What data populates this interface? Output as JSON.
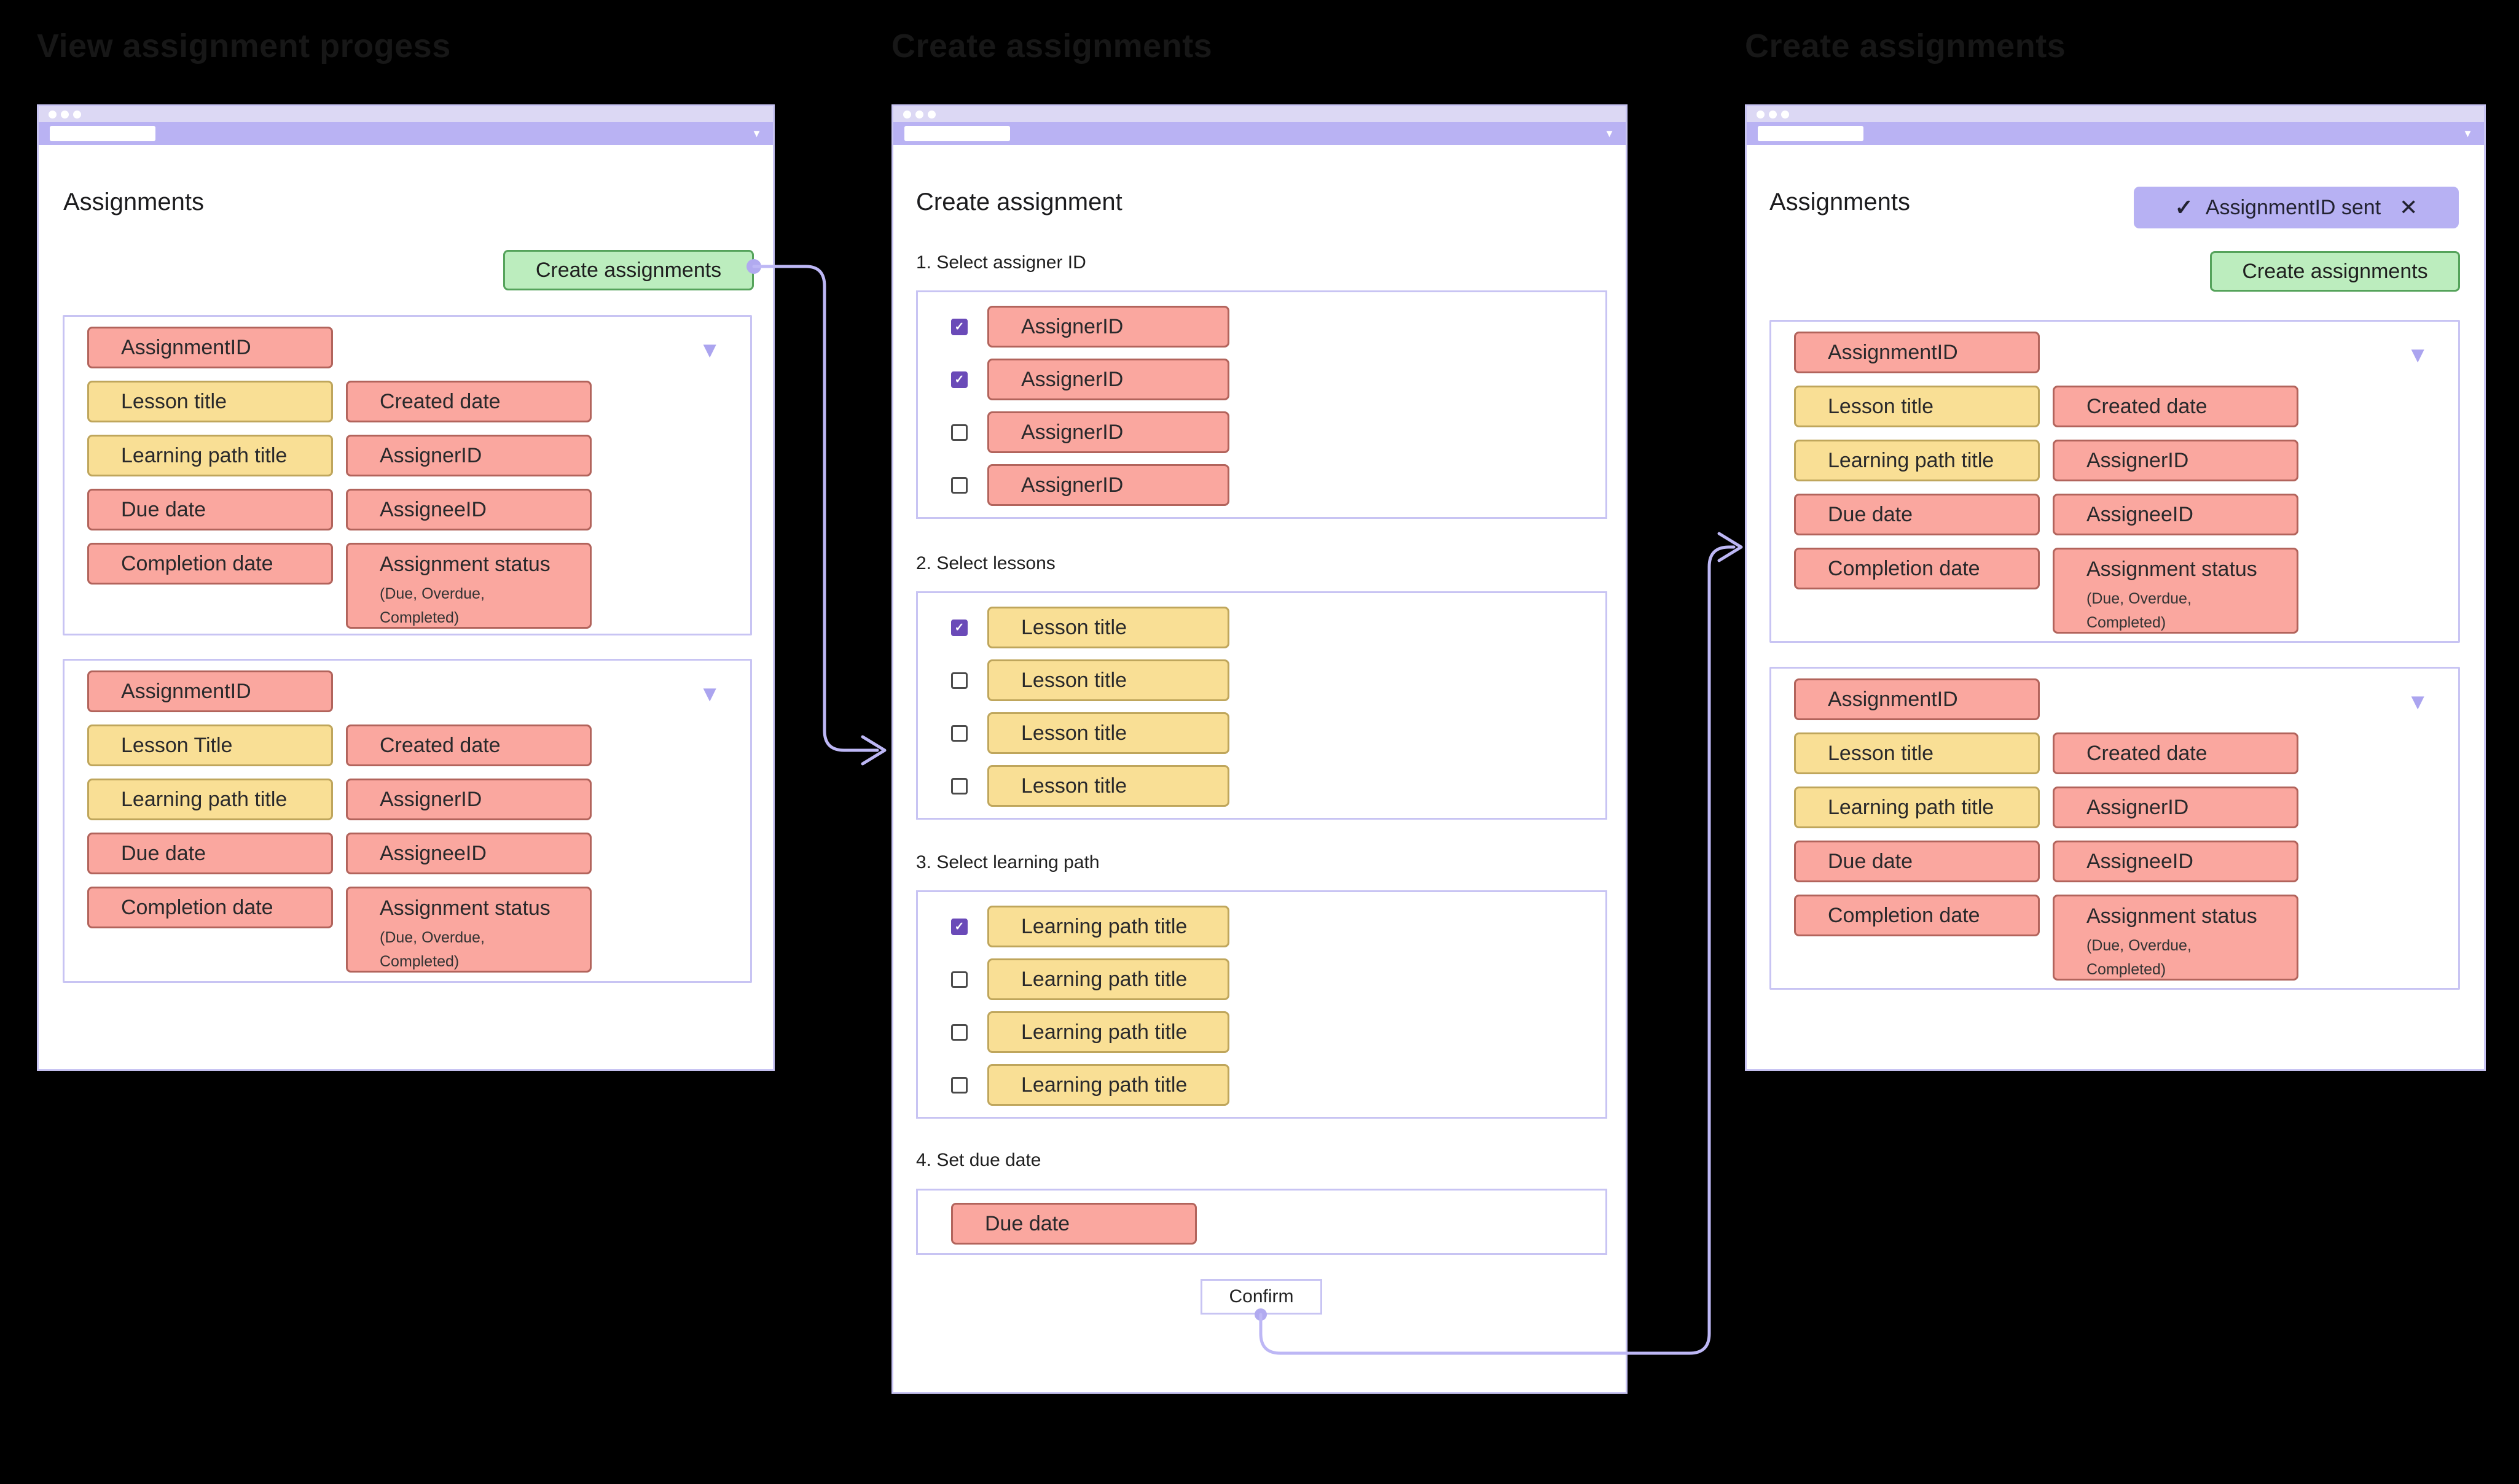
{
  "icons": {
    "check": "✓",
    "close": "✕",
    "caret": "▼",
    "collapse": "▼"
  },
  "panels": {
    "left": {
      "title": "View assignment progess",
      "window": {
        "page_title": "Assignments",
        "create_button_label": "Create assignments",
        "cards": [
          {
            "header_chip": "AssignmentID",
            "rows": [
              {
                "c1": "Lesson title",
                "c2": "Created date"
              },
              {
                "c1": "Learning path title",
                "c2": "AssignerID"
              },
              {
                "c1": "Due date",
                "c2": "AssigneeID"
              },
              {
                "c1": "Completion date",
                "c2": "Assignment status",
                "c2_sub": "(Due, Overdue, Completed)"
              }
            ]
          },
          {
            "header_chip": "AssignmentID",
            "rows": [
              {
                "c1": "Lesson Title",
                "c2": "Created date"
              },
              {
                "c1": "Learning path title",
                "c2": "AssignerID"
              },
              {
                "c1": "Due date",
                "c2": "AssigneeID"
              },
              {
                "c1": "Completion date",
                "c2": "Assignment status",
                "c2_sub": "(Due, Overdue, Completed)"
              }
            ]
          }
        ]
      }
    },
    "middle": {
      "title": "Create assignments",
      "window": {
        "page_title": "Create assignment",
        "steps": [
          {
            "label": "1. Select assigner ID",
            "options": [
              "AssignerID",
              "AssignerID",
              "AssignerID",
              "AssignerID"
            ],
            "checks": [
              true,
              true,
              false,
              false
            ]
          },
          {
            "label": "2. Select lessons",
            "options": [
              "Lesson title",
              "Lesson title",
              "Lesson title",
              "Lesson title"
            ],
            "checks": [
              true,
              false,
              false,
              false
            ]
          },
          {
            "label": "3. Select learning path",
            "options": [
              "Learning path title",
              "Learning path title",
              "Learning path title",
              "Learning path title"
            ],
            "checks": [
              true,
              false,
              false,
              false
            ]
          }
        ],
        "step4": {
          "label": "4. Set due date",
          "chip": "Due date"
        },
        "confirm_label": "Confirm"
      }
    },
    "right": {
      "title": "Create assignments",
      "window": {
        "page_title": "Assignments",
        "toast": {
          "check_icon": "✓",
          "message": "AssignmentID sent",
          "close_icon": "✕"
        },
        "create_button_label": "Create assignments",
        "cards": [
          {
            "header_chip": "AssignmentID",
            "rows": [
              {
                "c1": "Lesson title",
                "c2": "Created date"
              },
              {
                "c1": "Learning path title",
                "c2": "AssignerID"
              },
              {
                "c1": "Due date",
                "c2": "AssigneeID"
              },
              {
                "c1": "Completion date",
                "c2": "Assignment status",
                "c2_sub": "(Due, Overdue, Completed)"
              }
            ]
          },
          {
            "header_chip": "AssignmentID",
            "rows": [
              {
                "c1": "Lesson title",
                "c2": "Created date"
              },
              {
                "c1": "Learning path title",
                "c2": "AssignerID"
              },
              {
                "c1": "Due date",
                "c2": "AssigneeID"
              },
              {
                "c1": "Completion date",
                "c2": "Assignment status",
                "c2_sub": "(Due, Overdue, Completed)"
              }
            ]
          }
        ]
      }
    }
  },
  "colors": {
    "background": "#000000",
    "chrome_top": "#dcd8f4",
    "chrome_bar": "#b9b2f3",
    "window_border": "#c8c4f3",
    "salmon_fill": "#faa79f",
    "salmon_border": "#b2645c",
    "yellow_fill": "#f9df95",
    "yellow_border": "#bfa65c",
    "green_fill": "#bcedbe",
    "green_border": "#55a35b",
    "toast_fill": "#b7b1f3",
    "checkbox_checked": "#6a4ab8",
    "connector": "#bdb7f5",
    "triangle": "#aba4ef"
  }
}
